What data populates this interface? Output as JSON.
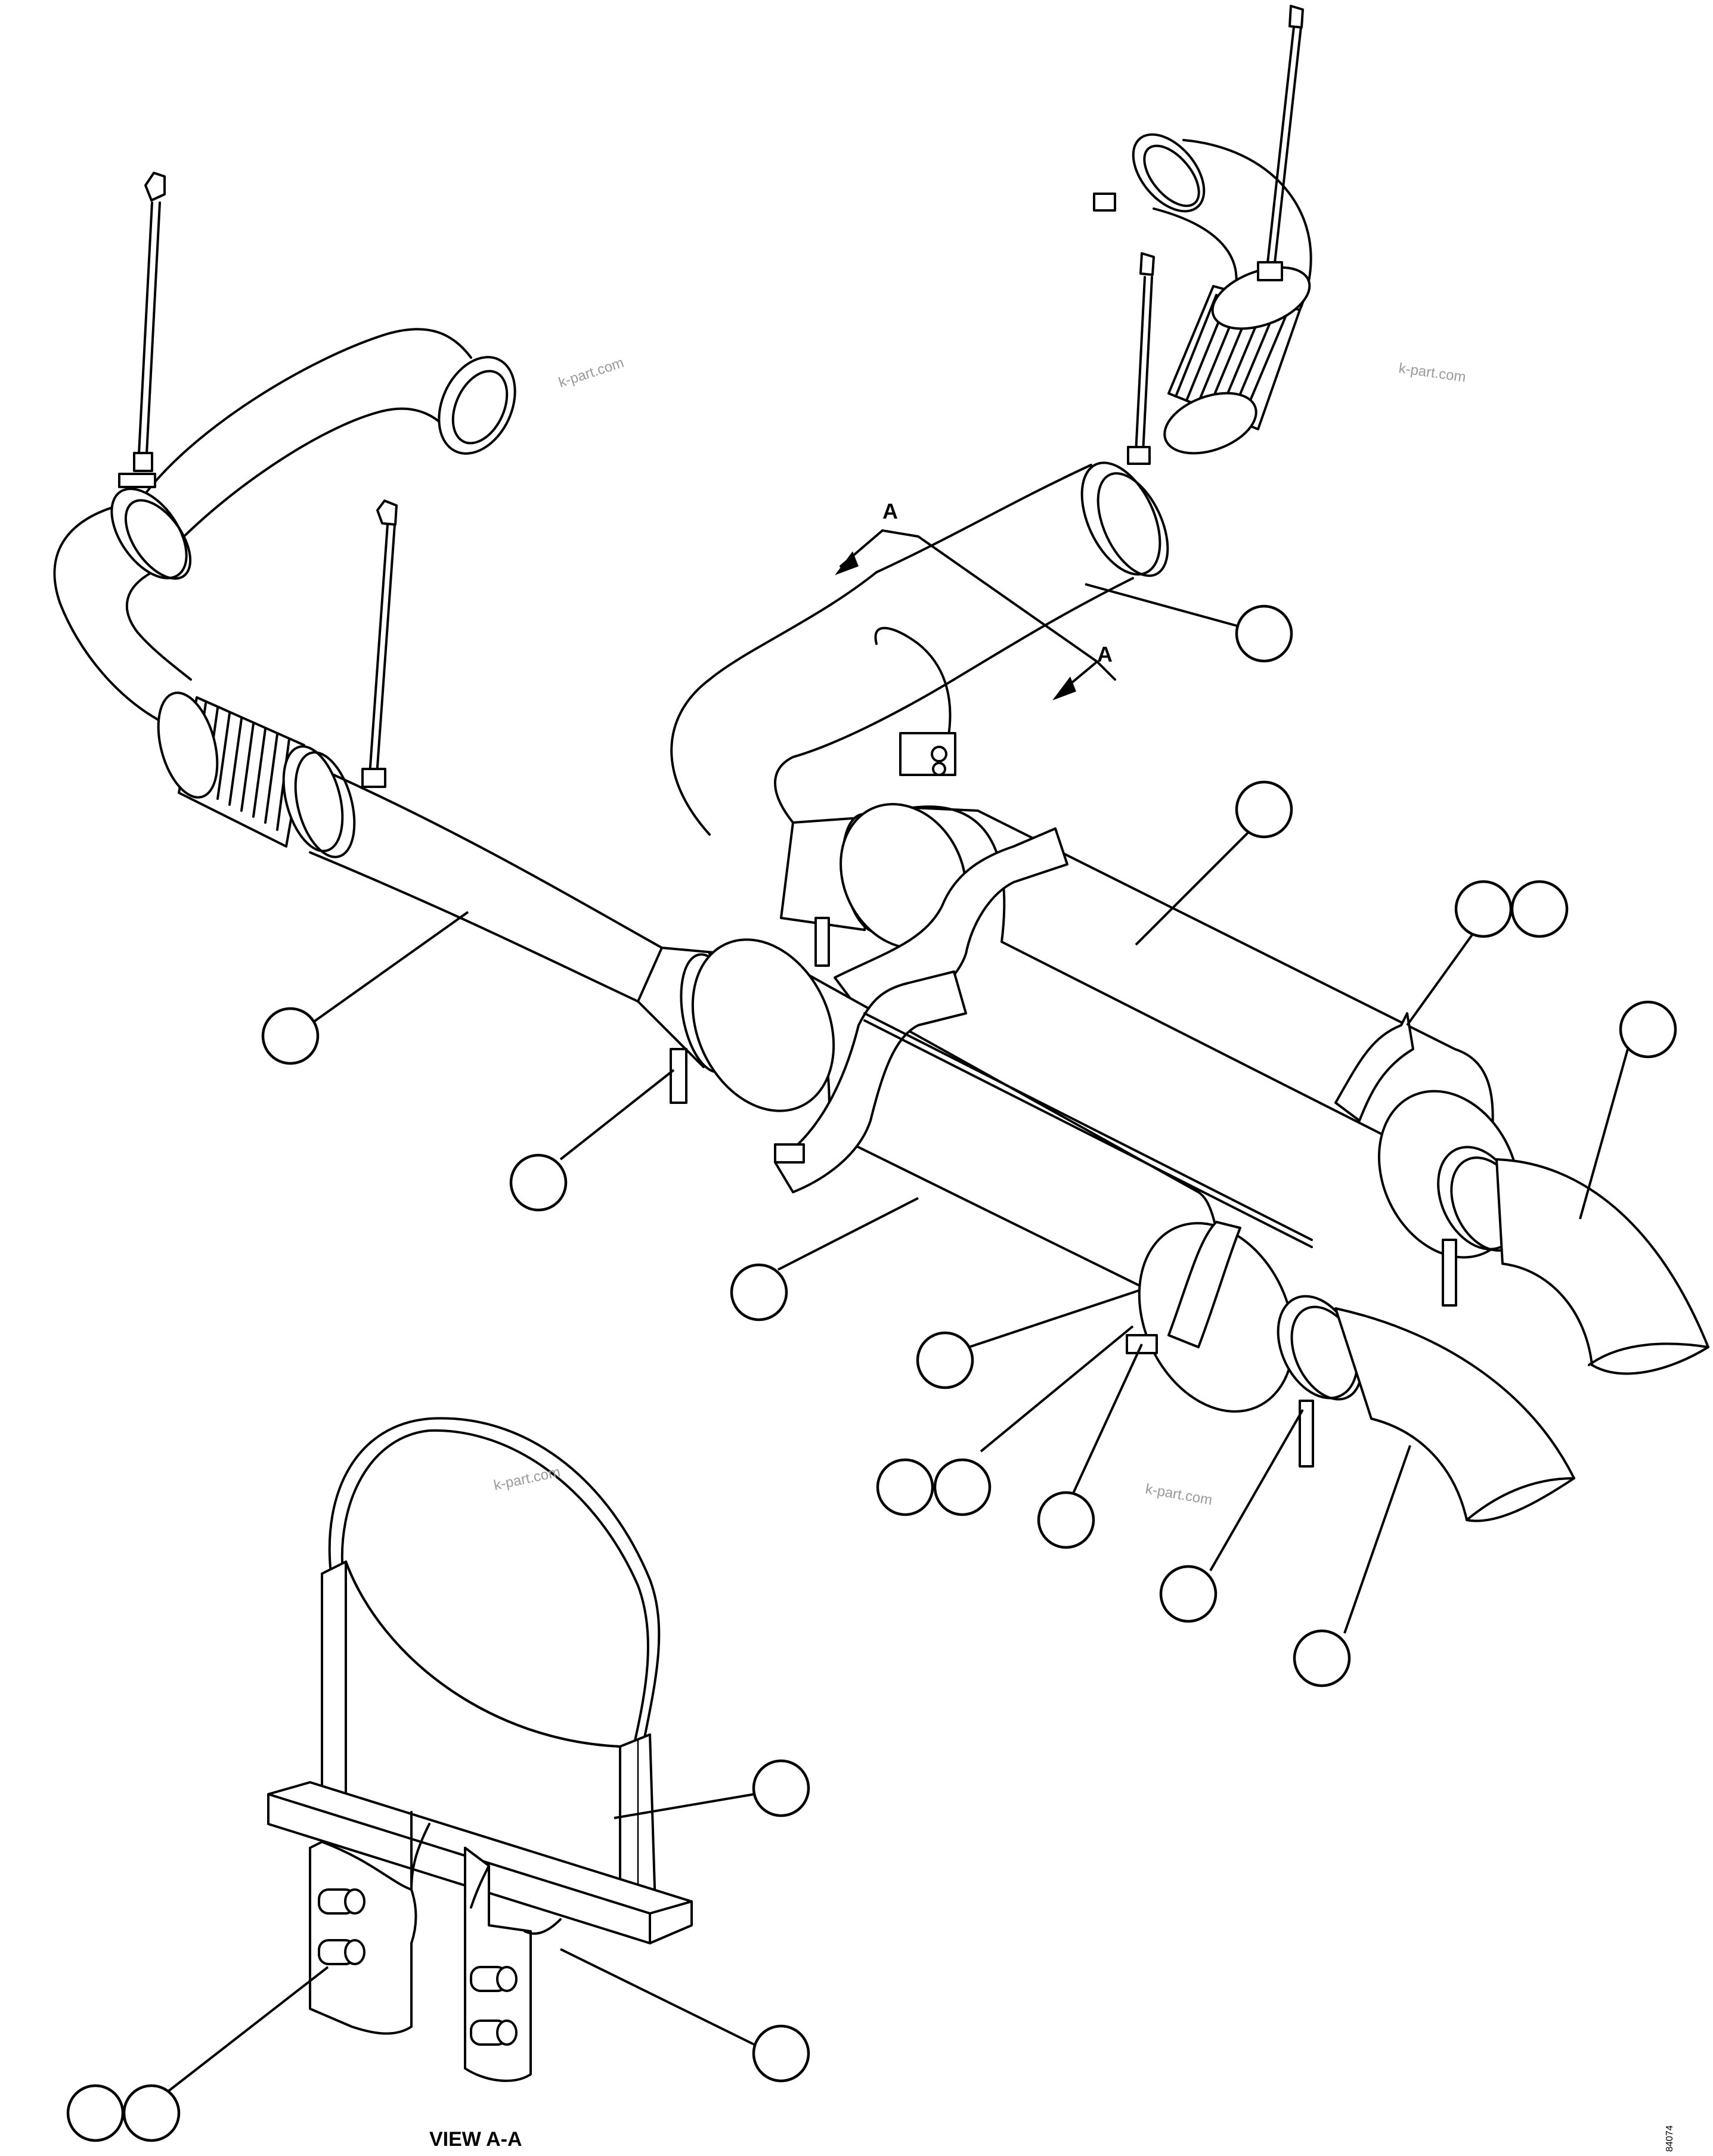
{
  "diagram": {
    "section_marker_top": "A",
    "section_marker_right": "A",
    "view_label": "VIEW A-A",
    "figure_code": "84074",
    "watermarks": [
      "k-part.com",
      "k-part.com",
      "k-part.com",
      "k-part.com"
    ]
  }
}
